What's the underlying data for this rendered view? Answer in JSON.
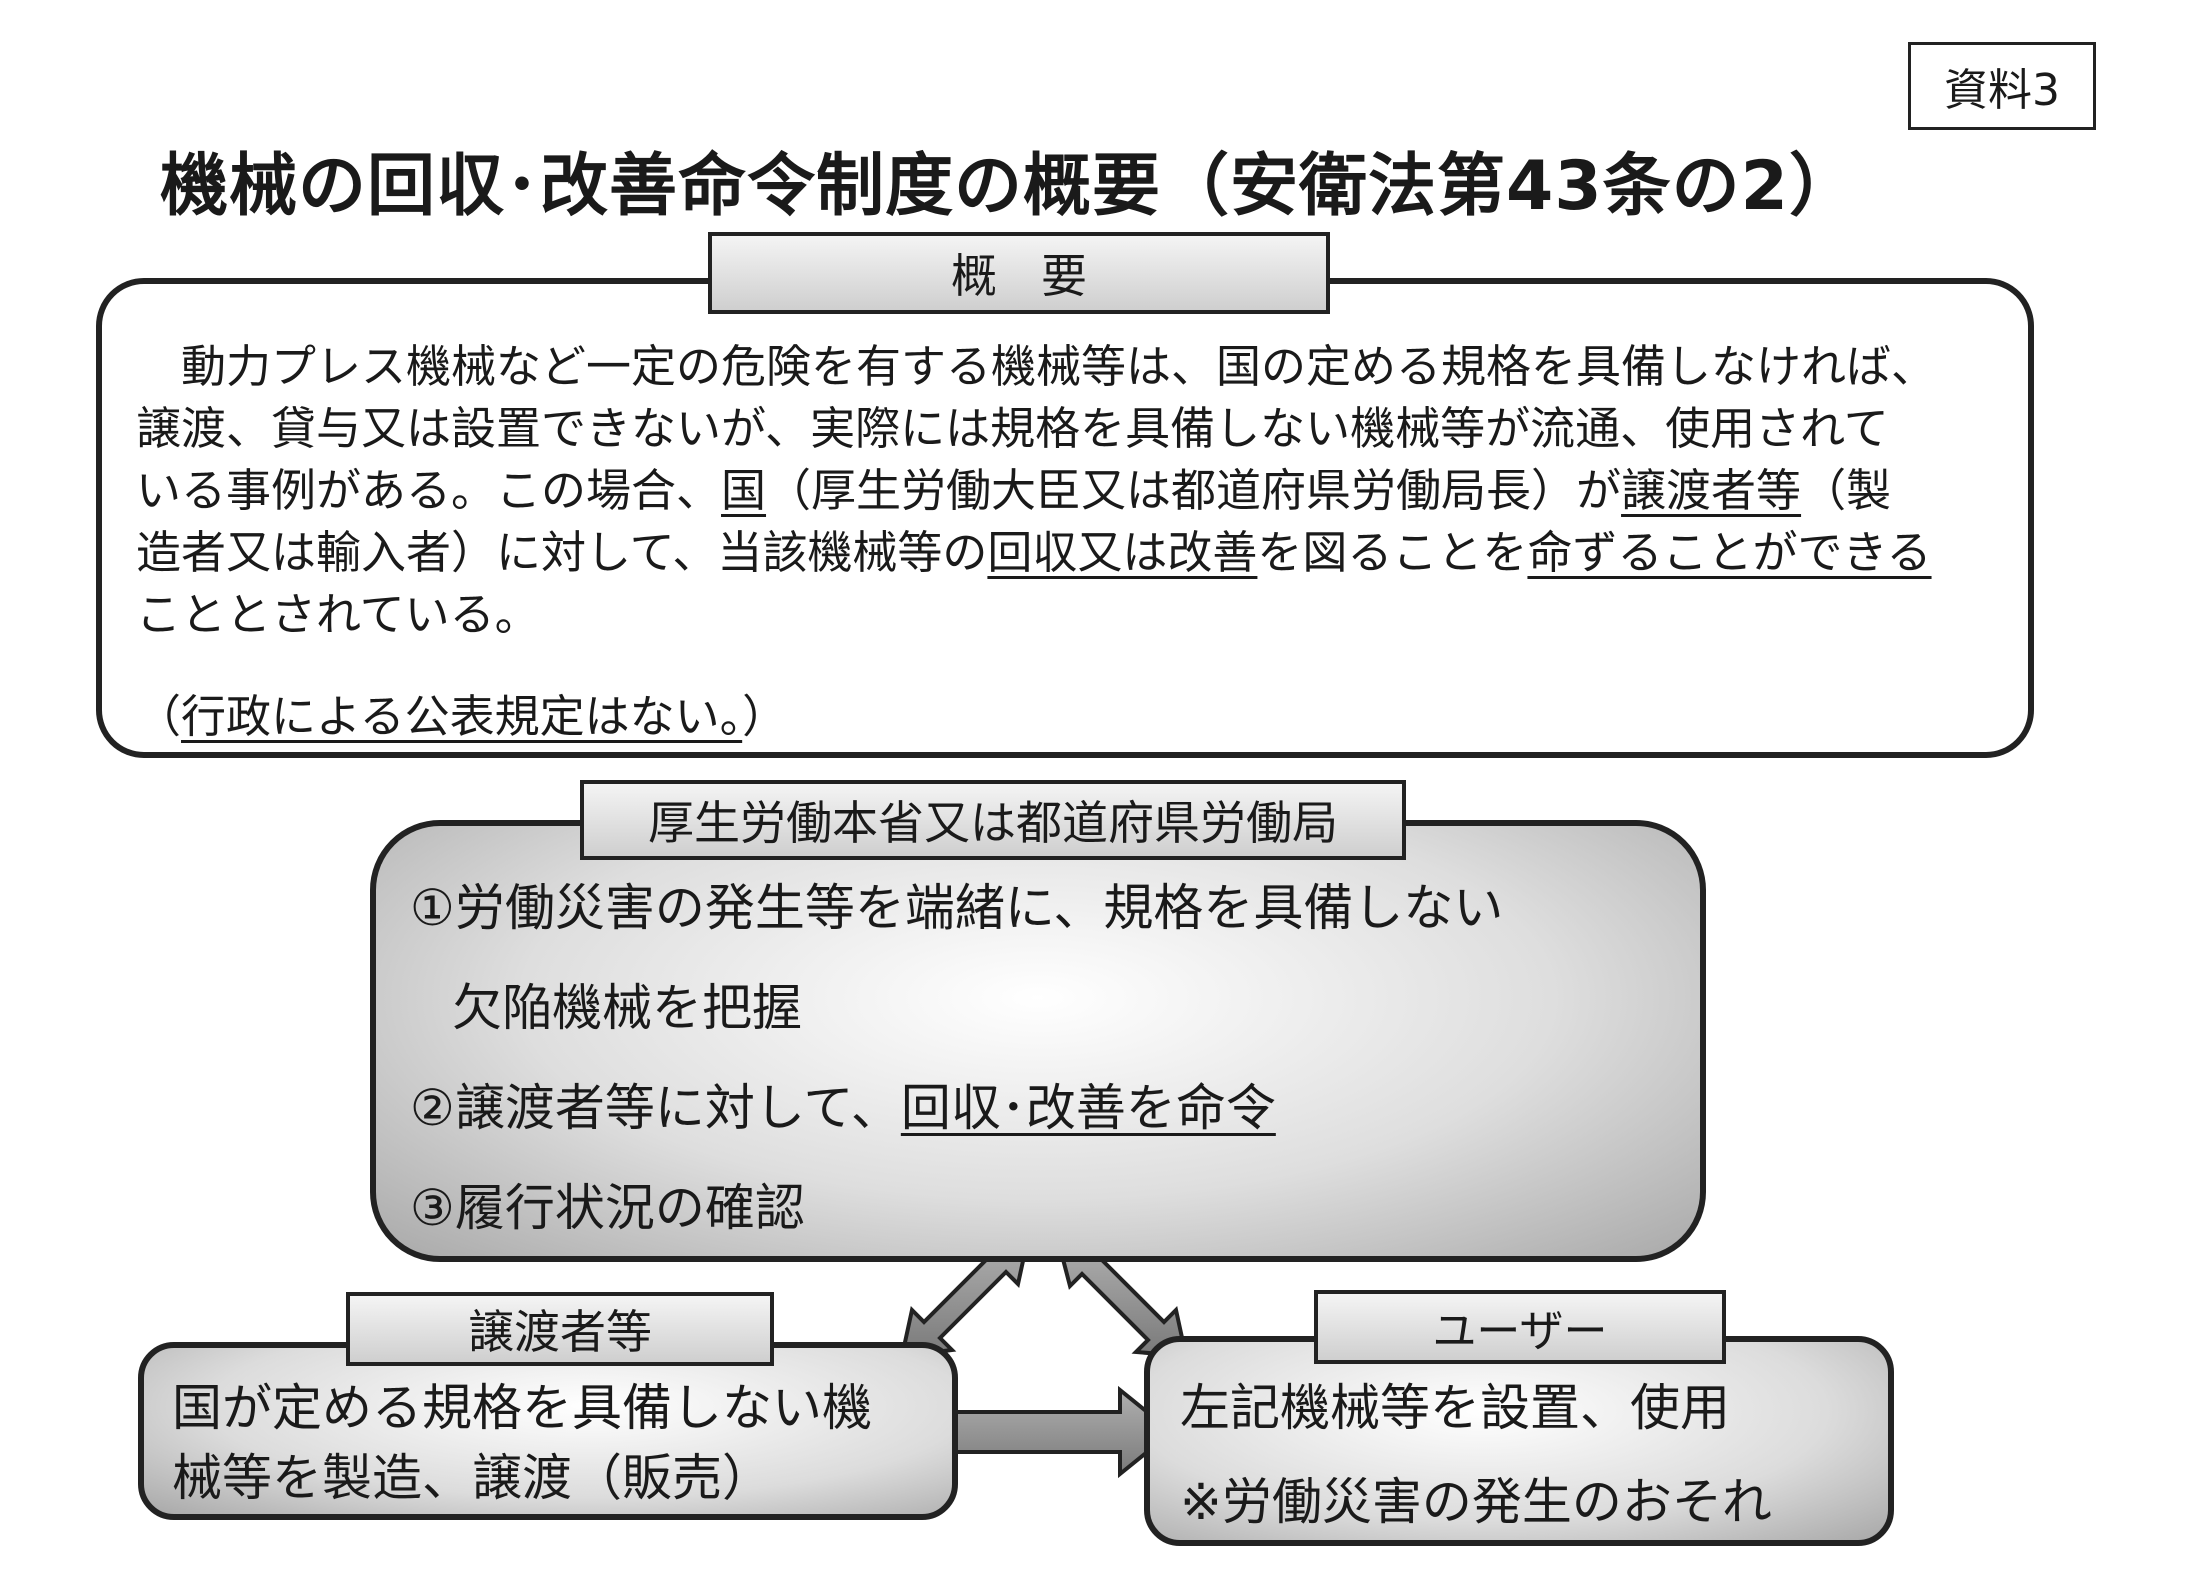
{
  "ref_tag": "資料3",
  "title": "機械の回収･改善命令制度の概要（安衛法第43条の2）",
  "overview": {
    "label": "概要",
    "lines": [
      [
        {
          "t": "　動力プレス機械など一定の危険を有する機械等は、国の定める規格を具備しなければ、",
          "u": false
        }
      ],
      [
        {
          "t": "譲渡、貸与又は設置できないが、実際には規格を具備しない機械等が流通、使用されて",
          "u": false
        }
      ],
      [
        {
          "t": "いる事例がある。この場合、",
          "u": false
        },
        {
          "t": "国",
          "u": true
        },
        {
          "t": "（厚生労働大臣又は都道府県労働局長）が",
          "u": false
        },
        {
          "t": "譲渡者等",
          "u": true
        },
        {
          "t": "（製",
          "u": false
        }
      ],
      [
        {
          "t": "造者又は輸入者）に対して、当該機械等の",
          "u": false
        },
        {
          "t": "回収又は改善",
          "u": true
        },
        {
          "t": "を図ることを",
          "u": false
        },
        {
          "t": "命ずることができる",
          "u": true
        }
      ],
      [
        {
          "t": "こととされている。",
          "u": false
        }
      ]
    ],
    "note_open": "（",
    "note": "行政による公表規定はない。",
    "note_close": "）"
  },
  "mhlw": {
    "label": "厚生労働本省又は都道府県労働局",
    "step1_line1": "①労働災害の発生等を端緒に、規格を具備しない",
    "step1_line2": "欠陥機械を把握",
    "step2_prefix": "②譲渡者等に対して、",
    "step2_underlined": "回収･改善を命令",
    "step3": "③履行状況の確認"
  },
  "seller": {
    "label": "譲渡者等",
    "line1": "国が定める規格を具備しない機",
    "line2": "械等を製造、譲渡（販売）"
  },
  "user": {
    "label": "ユーザー",
    "line1": "左記機械等を設置、使用",
    "line2": "※労働災害の発生のおそれ"
  },
  "colors": {
    "border": "#222222",
    "label_fill": "#cfcfcf",
    "arrow_fill": "#8c8c8c"
  }
}
